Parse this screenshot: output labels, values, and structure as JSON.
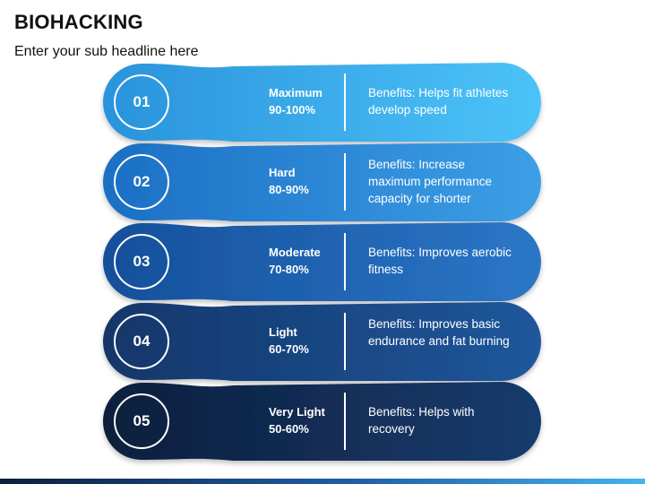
{
  "header": {
    "title": "BIOHACKING",
    "subtitle": "Enter your sub headline here"
  },
  "items": [
    {
      "number": "01",
      "level": "Maximum",
      "range": "90-100%",
      "benefit": "Benefits: Helps fit athletes develop speed",
      "color_light": "#4cc3f7",
      "color_dark": "#2a93dc"
    },
    {
      "number": "02",
      "level": "Hard",
      "range": "80-90%",
      "benefit": "Benefits: Increase maximum performance capacity for shorter",
      "color_light": "#3c9fe6",
      "color_dark": "#1c6fc4"
    },
    {
      "number": "03",
      "level": "Moderate",
      "range": "70-80%",
      "benefit": "Benefits: Improves aerobic fitness",
      "color_light": "#2b77c7",
      "color_dark": "#154f9a"
    },
    {
      "number": "04",
      "level": "Light",
      "range": "60-70%",
      "benefit": "Benefits: Improves basic endurance and fat burning",
      "color_light": "#20579c",
      "color_dark": "#123669"
    },
    {
      "number": "05",
      "level": "Very Light",
      "range": "50-60%",
      "benefit": "Benefits: Helps with recovery",
      "color_light": "#173b6e",
      "color_dark": "#0d1f3c"
    }
  ]
}
